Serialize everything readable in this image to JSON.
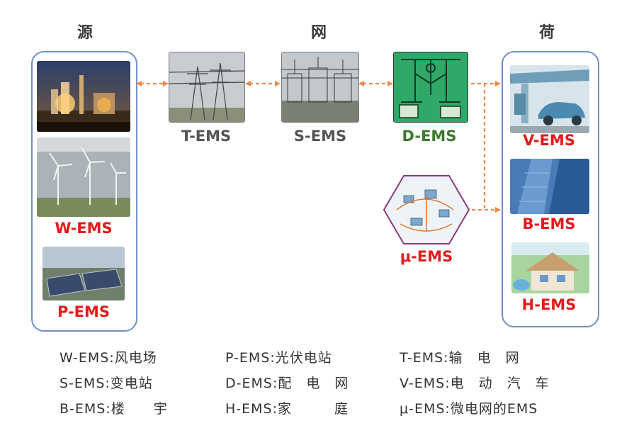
{
  "headers": {
    "source": "源",
    "grid": "网",
    "load": "荷"
  },
  "nodes": {
    "t_ems": "T-EMS",
    "s_ems": "S-EMS",
    "d_ems": "D-EMS",
    "w_ems": "W-EMS",
    "p_ems": "P-EMS",
    "v_ems": "V-EMS",
    "b_ems": "B-EMS",
    "h_ems": "H-EMS",
    "mu_ems": "μ-EMS"
  },
  "legend": [
    {
      "key": "W-EMS:",
      "value": "风电场"
    },
    {
      "key": "P-EMS:",
      "value": "光伏电站"
    },
    {
      "key": "T-EMS:",
      "value": "输　电　网"
    },
    {
      "key": "S-EMS:",
      "value": "变电站"
    },
    {
      "key": "D-EMS:",
      "value": "配　电　网"
    },
    {
      "key": "V-EMS:",
      "value": "电　动　汽　车"
    },
    {
      "key": "B-EMS:",
      "value": "楼　　宇"
    },
    {
      "key": "H-EMS:",
      "value": "家　　　庭"
    },
    {
      "key": "μ-EMS:",
      "value": "微电网的EMS"
    }
  ],
  "colors": {
    "panel_border": "#6f8fc6",
    "arrow": "#ea8a4a",
    "label_red": "#e51a1a",
    "label_grey": "#555555",
    "label_green": "#3d7a2e"
  }
}
